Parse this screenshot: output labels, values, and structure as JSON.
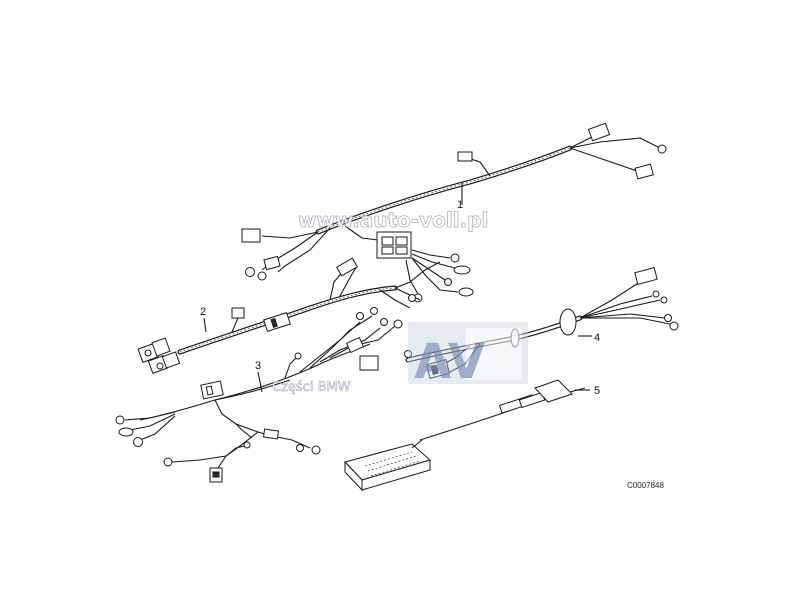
{
  "diagram": {
    "part_labels": [
      "1",
      "2",
      "3",
      "4",
      "5"
    ],
    "reference_code": "C0007848"
  },
  "watermark": {
    "url": "www.auto-voll.pl",
    "logo_letters": "AV",
    "subtitle": "Części BMW"
  }
}
